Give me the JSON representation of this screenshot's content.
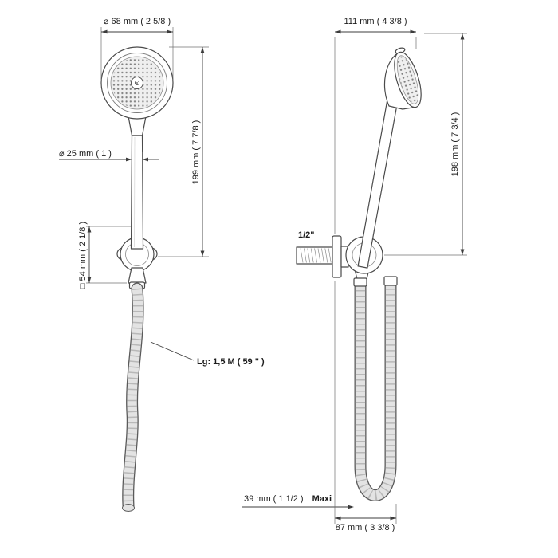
{
  "drawing": {
    "type": "hand-shower set dimensional drawing",
    "background": "#ffffff",
    "line_color": "#4a4a4a",
    "hose_fill": "#e3e3e3"
  },
  "views": {
    "front": {
      "name": "front-view",
      "dims": {
        "head_diameter": "⌀ 68 mm ( 2 5/8 )",
        "handle_diameter": "⌀ 25 mm ( 1 )",
        "overall_height": "199 mm ( 7 7/8 )",
        "bracket_height": "□ 54 mm ( 2 1/8 )",
        "hose_length": "Lg: 1,5 M ( 59 \" )"
      }
    },
    "side": {
      "name": "side-view",
      "dims": {
        "depth": "111 mm ( 4 3/8 )",
        "overall_height": "198 mm ( 7 3/4 )",
        "connection_size": "1/2\"",
        "loop_clearance": "39 mm ( 1 1/2 )",
        "loop_clearance_suffix": "Maxi",
        "loop_width": "87 mm ( 3 3/8 )"
      }
    }
  }
}
